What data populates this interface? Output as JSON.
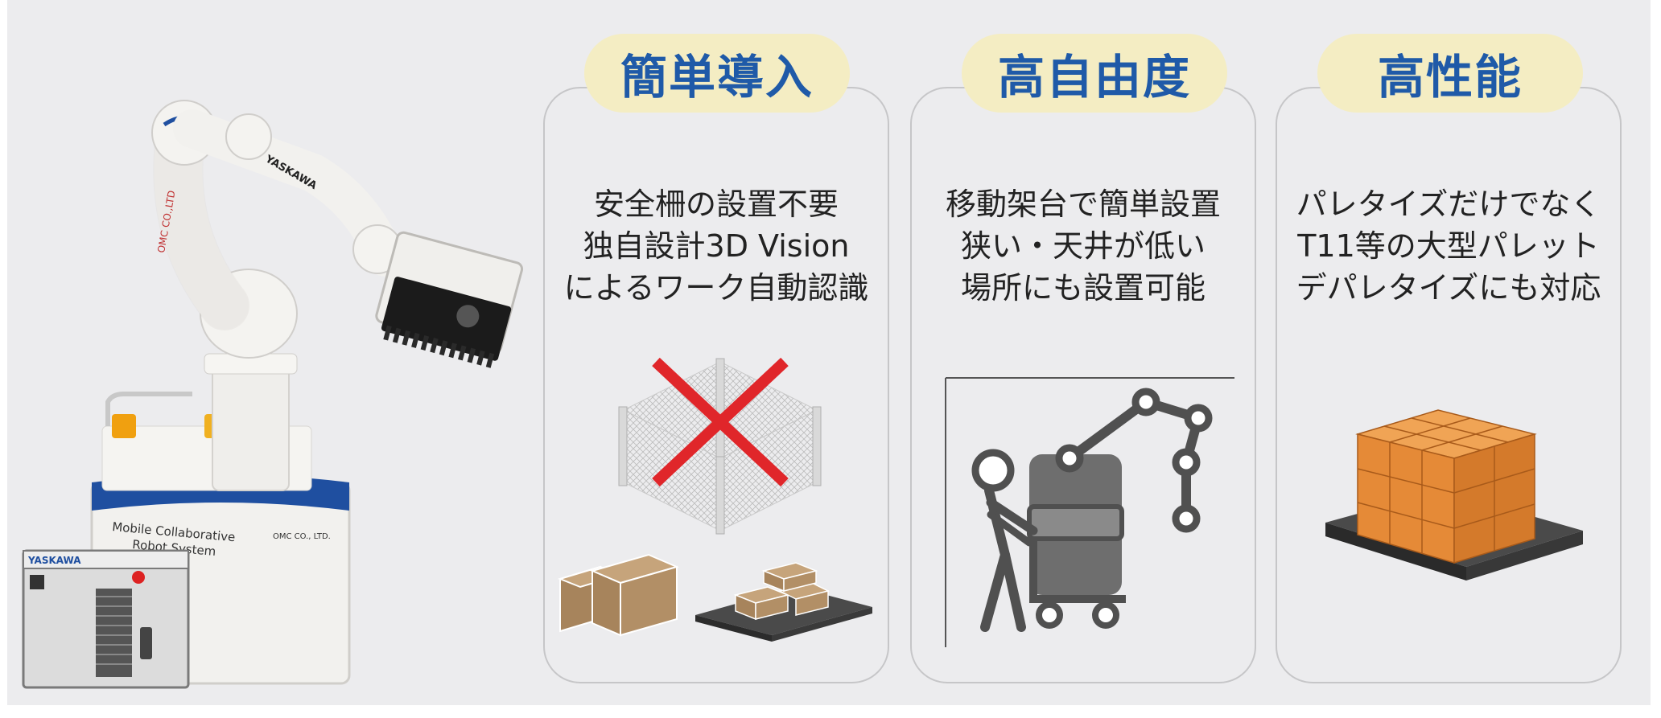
{
  "robot": {
    "brand": "YASKAWA",
    "arm_text": "OMC CO.,LTD",
    "cabinet_text": [
      "Mobile Collaborative",
      "Robot System"
    ],
    "cabinet_brand": "OMC CO., LTD."
  },
  "features": [
    {
      "title": "簡単導入",
      "lines": [
        "安全柵の設置不要",
        "独自設計3D Vision",
        "によるワーク自動認識"
      ]
    },
    {
      "title": "高自由度",
      "lines": [
        "移動架台で簡単設置",
        "狭い・天井が低い",
        "場所にも設置可能"
      ]
    },
    {
      "title": "高性能",
      "lines": [
        "パレタイズだけでなく",
        "T11等の大型パレット",
        "デパレタイズにも対応"
      ]
    }
  ],
  "colors": {
    "title": "#1f5aa8",
    "pill": "#f4edc3",
    "cross": "#e0262a",
    "box_brown": "#a7845c",
    "box_orange": "#e58a37",
    "pallet": "#3a3a3a"
  },
  "icons": [
    "fence-no-icon",
    "box-icon",
    "person-cart-robot-icon",
    "pallet-boxes-icon"
  ]
}
